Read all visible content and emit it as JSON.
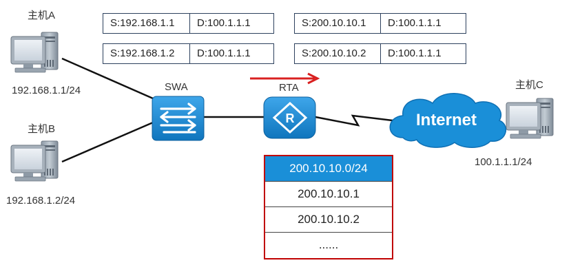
{
  "hosts": {
    "a": {
      "name": "主机A",
      "ip": "192.168.1.1/24"
    },
    "b": {
      "name": "主机B",
      "ip": "192.168.1.2/24"
    },
    "c": {
      "name": "主机C",
      "ip": "100.1.1.1/24"
    }
  },
  "devices": {
    "swa": {
      "label": "SWA"
    },
    "rta": {
      "label": "RTA",
      "symbol": "R"
    },
    "internet": {
      "label": "Internet"
    }
  },
  "packets_before_nat": [
    {
      "src": "S:192.168.1.1",
      "dst": "D:100.1.1.1"
    },
    {
      "src": "S:192.168.1.2",
      "dst": "D:100.1.1.1"
    }
  ],
  "packets_after_nat": [
    {
      "src": "S:200.10.10.1",
      "dst": "D:100.1.1.1"
    },
    {
      "src": "S:200.10.10.2",
      "dst": "D:100.1.1.1"
    }
  ],
  "address_pool": {
    "header": "200.10.10.0/24",
    "entries": [
      "200.10.10.1",
      "200.10.10.2",
      "......"
    ]
  },
  "colors": {
    "switch": "#1a8fd8",
    "router": "#1a8fd8",
    "cloud": "#1a8fd8",
    "flow_arrow": "#d92020",
    "pool_border": "#c00000",
    "pool_header": "#1a8fd8"
  }
}
